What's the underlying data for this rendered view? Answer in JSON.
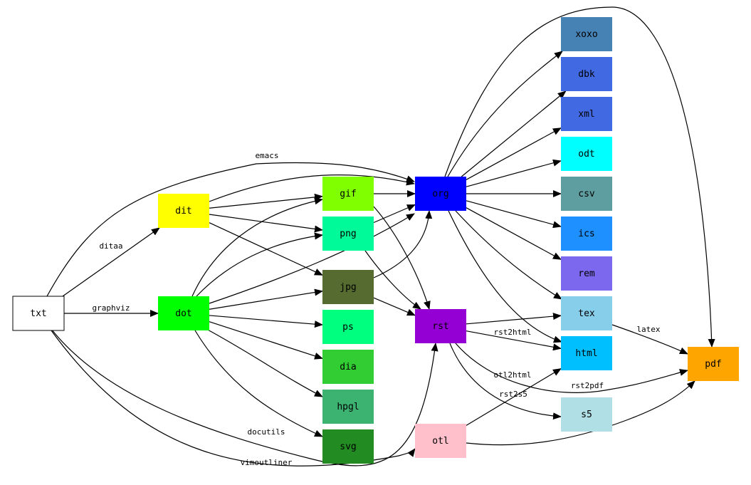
{
  "nodes": [
    {
      "id": "txt",
      "label": "txt",
      "fill": "#ffffff",
      "stroke": "#000000"
    },
    {
      "id": "dit",
      "label": "dit",
      "fill": "#ffff00"
    },
    {
      "id": "dot",
      "label": "dot",
      "fill": "#00ff00"
    },
    {
      "id": "gif",
      "label": "gif",
      "fill": "#7fff00"
    },
    {
      "id": "png",
      "label": "png",
      "fill": "#00fa9a"
    },
    {
      "id": "jpg",
      "label": "jpg",
      "fill": "#556b2f"
    },
    {
      "id": "ps",
      "label": "ps",
      "fill": "#00ff7f"
    },
    {
      "id": "dia",
      "label": "dia",
      "fill": "#32cd32"
    },
    {
      "id": "hpgl",
      "label": "hpgl",
      "fill": "#3cb371"
    },
    {
      "id": "svg",
      "label": "svg",
      "fill": "#228b22"
    },
    {
      "id": "org",
      "label": "org",
      "fill": "#0000ff"
    },
    {
      "id": "rst",
      "label": "rst",
      "fill": "#9400d3"
    },
    {
      "id": "otl",
      "label": "otl",
      "fill": "#ffc0cb"
    },
    {
      "id": "xoxo",
      "label": "xoxo",
      "fill": "#4682b4"
    },
    {
      "id": "dbk",
      "label": "dbk",
      "fill": "#4169e1"
    },
    {
      "id": "xml",
      "label": "xml",
      "fill": "#4169e1"
    },
    {
      "id": "odt",
      "label": "odt",
      "fill": "#00ffff"
    },
    {
      "id": "csv",
      "label": "csv",
      "fill": "#5f9ea0"
    },
    {
      "id": "ics",
      "label": "ics",
      "fill": "#1e90ff"
    },
    {
      "id": "rem",
      "label": "rem",
      "fill": "#7b68ee"
    },
    {
      "id": "tex",
      "label": "tex",
      "fill": "#87ceeb"
    },
    {
      "id": "html",
      "label": "html",
      "fill": "#00bfff"
    },
    {
      "id": "s5",
      "label": "s5",
      "fill": "#b0e0e6"
    },
    {
      "id": "pdf",
      "label": "pdf",
      "fill": "#ffa500"
    }
  ],
  "edges": [
    {
      "from": "txt",
      "to": "dit",
      "label": "ditaa"
    },
    {
      "from": "txt",
      "to": "dot",
      "label": "graphviz"
    },
    {
      "from": "txt",
      "to": "org",
      "label": "emacs"
    },
    {
      "from": "txt",
      "to": "rst",
      "label": "docutils"
    },
    {
      "from": "txt",
      "to": "otl",
      "label": "vimoutliner"
    },
    {
      "from": "dit",
      "to": "org",
      "label": ""
    },
    {
      "from": "dit",
      "to": "gif",
      "label": ""
    },
    {
      "from": "dit",
      "to": "png",
      "label": ""
    },
    {
      "from": "dit",
      "to": "jpg",
      "label": ""
    },
    {
      "from": "dot",
      "to": "gif",
      "label": ""
    },
    {
      "from": "dot",
      "to": "png",
      "label": ""
    },
    {
      "from": "dot",
      "to": "org",
      "label": ""
    },
    {
      "from": "dot",
      "to": "jpg",
      "label": ""
    },
    {
      "from": "dot",
      "to": "ps",
      "label": ""
    },
    {
      "from": "dot",
      "to": "dia",
      "label": ""
    },
    {
      "from": "dot",
      "to": "hpgl",
      "label": ""
    },
    {
      "from": "dot",
      "to": "svg",
      "label": ""
    },
    {
      "from": "gif",
      "to": "org",
      "label": ""
    },
    {
      "from": "gif",
      "to": "rst",
      "label": ""
    },
    {
      "from": "png",
      "to": "org",
      "label": ""
    },
    {
      "from": "png",
      "to": "rst",
      "label": ""
    },
    {
      "from": "jpg",
      "to": "org",
      "label": ""
    },
    {
      "from": "jpg",
      "to": "rst",
      "label": ""
    },
    {
      "from": "org",
      "to": "xoxo",
      "label": ""
    },
    {
      "from": "org",
      "to": "dbk",
      "label": ""
    },
    {
      "from": "org",
      "to": "xml",
      "label": ""
    },
    {
      "from": "org",
      "to": "odt",
      "label": ""
    },
    {
      "from": "org",
      "to": "csv",
      "label": ""
    },
    {
      "from": "org",
      "to": "ics",
      "label": ""
    },
    {
      "from": "org",
      "to": "rem",
      "label": ""
    },
    {
      "from": "org",
      "to": "tex",
      "label": ""
    },
    {
      "from": "org",
      "to": "html",
      "label": ""
    },
    {
      "from": "org",
      "to": "pdf",
      "label": ""
    },
    {
      "from": "rst",
      "to": "tex",
      "label": ""
    },
    {
      "from": "rst",
      "to": "html",
      "label": "rst2html"
    },
    {
      "from": "rst",
      "to": "s5",
      "label": "rst2s5"
    },
    {
      "from": "rst",
      "to": "pdf",
      "label": "rst2pdf"
    },
    {
      "from": "otl",
      "to": "html",
      "label": "otl2html"
    },
    {
      "from": "otl",
      "to": "pdf",
      "label": ""
    },
    {
      "from": "tex",
      "to": "pdf",
      "label": "latex"
    }
  ]
}
